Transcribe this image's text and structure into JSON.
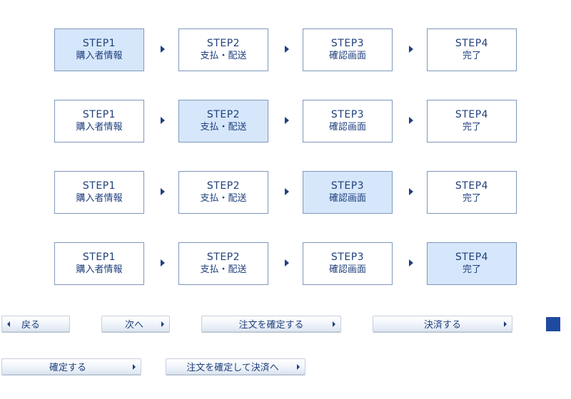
{
  "steps": [
    {
      "num": "STEP1",
      "label": "購入者情報"
    },
    {
      "num": "STEP2",
      "label": "支払・配送"
    },
    {
      "num": "STEP3",
      "label": "確認画面"
    },
    {
      "num": "STEP4",
      "label": "完了"
    }
  ],
  "step_rows_active_index": [
    0,
    1,
    2,
    3
  ],
  "buttons": {
    "back": "戻る",
    "next": "次へ",
    "confirm_order": "注文を確定する",
    "pay": "決済する",
    "confirm": "確定する",
    "confirm_and_pay": "注文を確定して決済へ"
  },
  "colors": {
    "text": "#1f3f7c",
    "active_fill": "#d6e7fb",
    "border": "#7f97bd",
    "marker": "#1e4ba0"
  }
}
